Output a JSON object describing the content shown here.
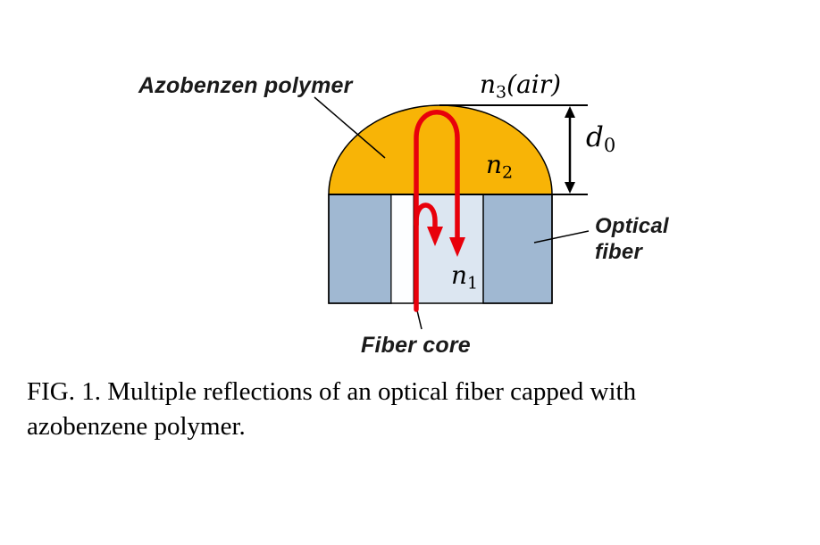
{
  "figure": {
    "caption_line1": "FIG. 1. Multiple reflections of an optical fiber capped with",
    "caption_line2": "azobenzene polymer."
  },
  "diagram": {
    "labels": {
      "polymer": "Azobenzen polymer",
      "air": {
        "base": "n",
        "sub": "3",
        "suffix": "(air)"
      },
      "d0": {
        "base": "d",
        "sub": "0"
      },
      "n2": {
        "base": "n",
        "sub": "2"
      },
      "n1": {
        "base": "n",
        "sub": "1"
      },
      "optical_fiber_line1": "Optical",
      "optical_fiber_line2": "fiber",
      "fiber_core": "Fiber core"
    },
    "colors": {
      "polymer_dome": "#F8B406",
      "cladding": "#A0B8D2",
      "core_region": "#DCE6F1",
      "core_strip": "#FDFEFF",
      "beam": "#E8000B",
      "line": "#000000"
    }
  }
}
